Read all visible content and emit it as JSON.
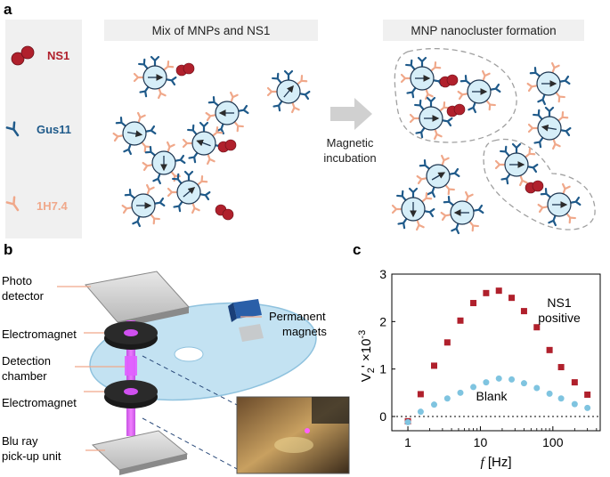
{
  "panel_a": {
    "letter": "a",
    "legend": [
      {
        "label": "NS1",
        "color": "#b0202c",
        "icon": "ns1-dimer-icon"
      },
      {
        "label": "Gus11",
        "color": "#1f5a8a",
        "icon": "gus11-antibody-icon"
      },
      {
        "label": "1H7.4",
        "color": "#f0a88a",
        "icon": "1h7-antibody-icon"
      }
    ],
    "mix_title": "Mix of MNPs and NS1",
    "cluster_title": "MNP nanocluster formation",
    "arrow_label_line1": "Magnetic",
    "arrow_label_line2": "incubation"
  },
  "panel_b": {
    "letter": "b",
    "labels": {
      "photo_detector_1": "Photo",
      "photo_detector_2": "detector",
      "electromagnet_top": "Electromagnet",
      "detection_1": "Detection",
      "detection_2": "chamber",
      "electromagnet_bottom": "Electromagnet",
      "bluray_1": "Blu ray",
      "bluray_2": "pick-up unit",
      "magnets_1": "Permanent",
      "magnets_2": "magnets"
    }
  },
  "panel_c": {
    "letter": "c",
    "ylabel_main": "V",
    "ylabel_sub": "2",
    "ylabel_rest": "' ×10",
    "ylabel_exp": "-3",
    "xlabel_f": "f",
    "xlabel_unit": " [Hz]",
    "series_ns1_label_1": "NS1",
    "series_ns1_label_2": "positive",
    "series_blank_label": "Blank"
  },
  "chart_data": {
    "type": "scatter",
    "xlabel": "f [Hz]",
    "ylabel": "V2' ×10-3",
    "xscale": "log",
    "xlim": [
      0.6,
      450
    ],
    "ylim": [
      -0.3,
      3
    ],
    "xticks": [
      "1",
      "10",
      "100"
    ],
    "yticks": [
      "0",
      "1",
      "2",
      "3"
    ],
    "series": [
      {
        "name": "NS1 positive",
        "color": "#b0202c",
        "marker": "square",
        "x": [
          1,
          1.5,
          2.3,
          3.5,
          5.3,
          8,
          12,
          18,
          27,
          40,
          60,
          90,
          130,
          200,
          300
        ],
        "y": [
          -0.1,
          0.47,
          1.07,
          1.56,
          2.02,
          2.39,
          2.6,
          2.65,
          2.5,
          2.22,
          1.88,
          1.4,
          1.04,
          0.72,
          0.46
        ]
      },
      {
        "name": "Blank",
        "color": "#7fc4e0",
        "marker": "circle",
        "x": [
          1,
          1.5,
          2.3,
          3.5,
          5.3,
          8,
          12,
          18,
          27,
          40,
          60,
          90,
          130,
          200,
          300
        ],
        "y": [
          -0.12,
          0.1,
          0.25,
          0.38,
          0.5,
          0.62,
          0.72,
          0.8,
          0.78,
          0.7,
          0.6,
          0.48,
          0.38,
          0.26,
          0.18
        ]
      }
    ],
    "reference_line": 0,
    "grid": false
  }
}
